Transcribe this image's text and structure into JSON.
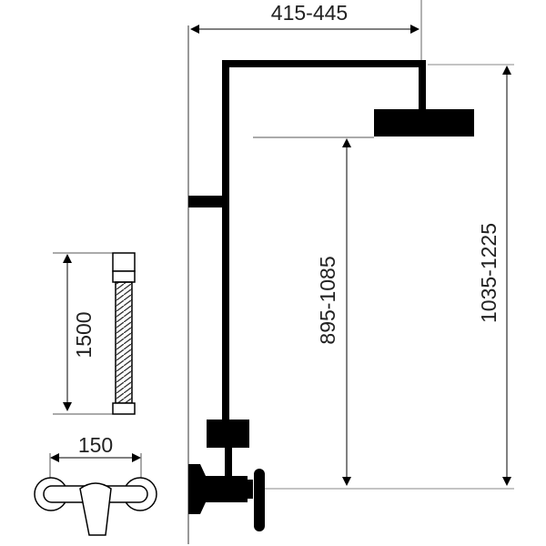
{
  "diagram": {
    "type": "technical-dimension-drawing",
    "subject": "shower column with mixer and hose",
    "dimensions": {
      "arm_reach": "415-445",
      "head_height": "895-1085",
      "total_height": "1035-1225",
      "hose_length": "1500",
      "mixer_spacing": "150"
    },
    "colors": {
      "line": "#000000",
      "dim_line": "#555555",
      "text": "#222222",
      "background": "#ffffff"
    }
  }
}
